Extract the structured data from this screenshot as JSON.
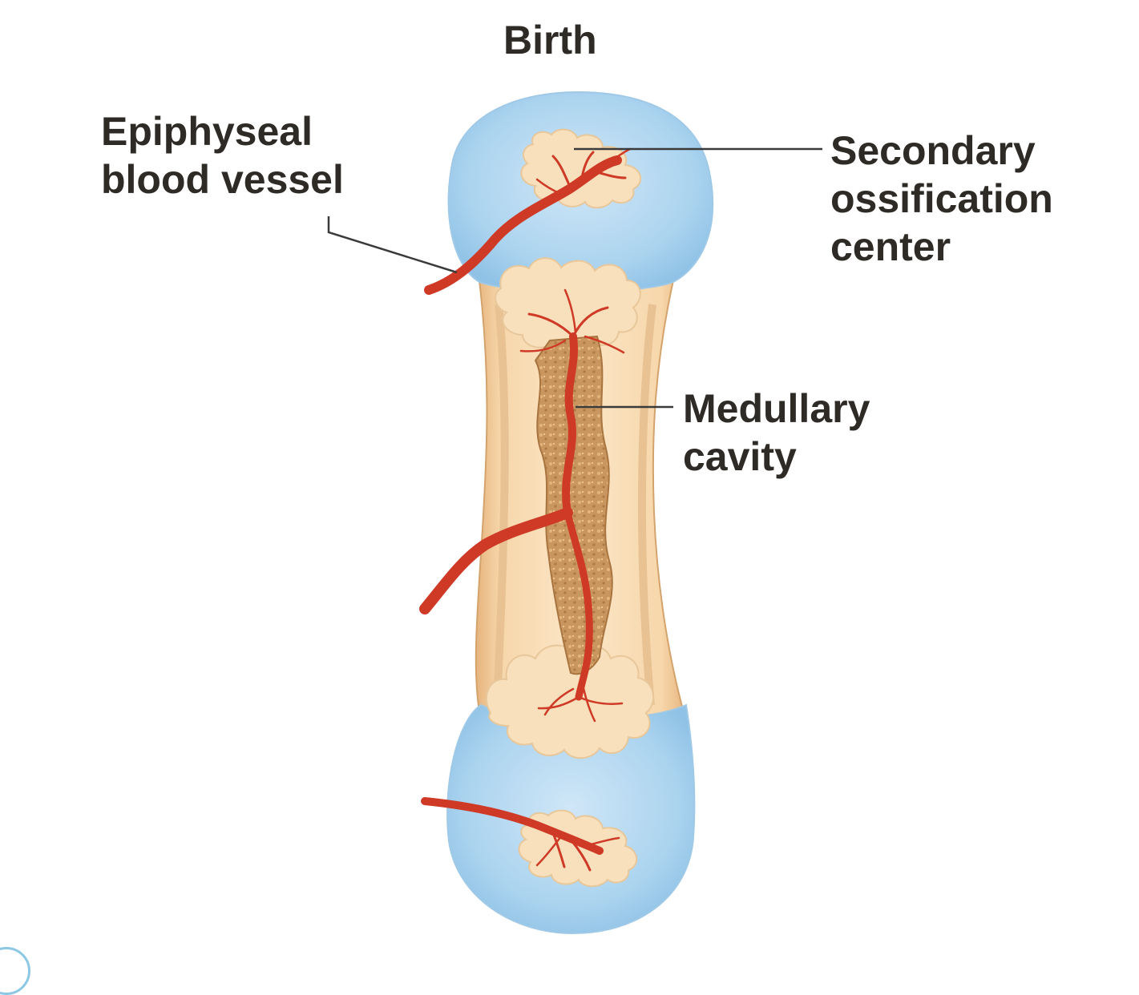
{
  "title": "Birth",
  "labels": {
    "epiphyseal_vessel": [
      "Epiphyseal",
      "blood vessel"
    ],
    "secondary_center": [
      "Secondary",
      "ossification",
      "center"
    ],
    "medullary_cavity": [
      "Medullary",
      "cavity"
    ]
  },
  "colors": {
    "cartilage": "#a9d3ef",
    "bone_collar": "#f0c898",
    "spongy_bone": "#f8e0bc",
    "marrow": "#c99660",
    "vessel": "#cf3a26",
    "label_text": "#2e2a26",
    "leader_line": "#3a3a3a"
  }
}
